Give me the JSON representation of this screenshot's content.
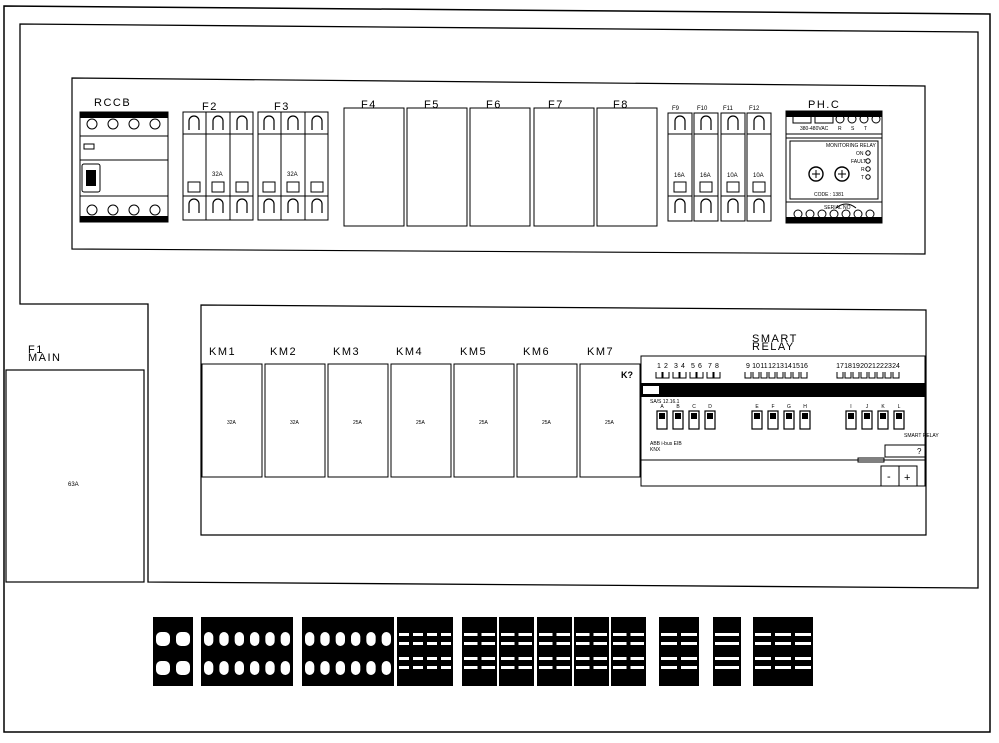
{
  "panel": {
    "top_labels": [
      "RCCB",
      "F2",
      "F3",
      "F4",
      "F5",
      "F6",
      "F7",
      "F8",
      "F9",
      "F10",
      "F11",
      "F12",
      "PH.C"
    ],
    "f2_rating": "32A",
    "f3_rating": "32A",
    "mcb_ratings": [
      "16A",
      "16A",
      "10A",
      "10A"
    ],
    "phc": {
      "header": "380-480VAC",
      "terminals": [
        "R",
        "S",
        "T"
      ],
      "title": "MONITORING RELAY",
      "leds": [
        "ON",
        "FAULT",
        "R",
        "T"
      ],
      "code": "CODE : 1381",
      "footer": "SERIAL NO"
    },
    "main_label_line1": "F1",
    "main_label_line2": "MAIN",
    "main_rating": "63A",
    "contactor_labels": [
      "KM1",
      "KM2",
      "KM3",
      "KM4",
      "KM5",
      "KM6",
      "KM7"
    ],
    "contactor_ratings": [
      "32A",
      "32A",
      "25A",
      "25A",
      "25A",
      "25A",
      "25A"
    ],
    "k_label": "K?",
    "smart_relay": {
      "title_line1": "SMART",
      "title_line2": "RELAY",
      "top_terminals": [
        "1",
        "2",
        "3",
        "4",
        "5",
        "6",
        "7",
        "8",
        "9",
        "10",
        "11",
        "12",
        "13",
        "14",
        "15",
        "16",
        "17",
        "18",
        "19",
        "20",
        "21",
        "22",
        "23",
        "24"
      ],
      "model": "SA/S 12.16.1",
      "channels": [
        "A",
        "B",
        "C",
        "D",
        "E",
        "F",
        "G",
        "H",
        "I",
        "J",
        "K",
        "L"
      ],
      "brand": "ABB i-bus EIB",
      "sub": "KNX",
      "right_text": "SMART RELAY",
      "right_num": "?",
      "minus": "-",
      "plus": "+"
    }
  }
}
